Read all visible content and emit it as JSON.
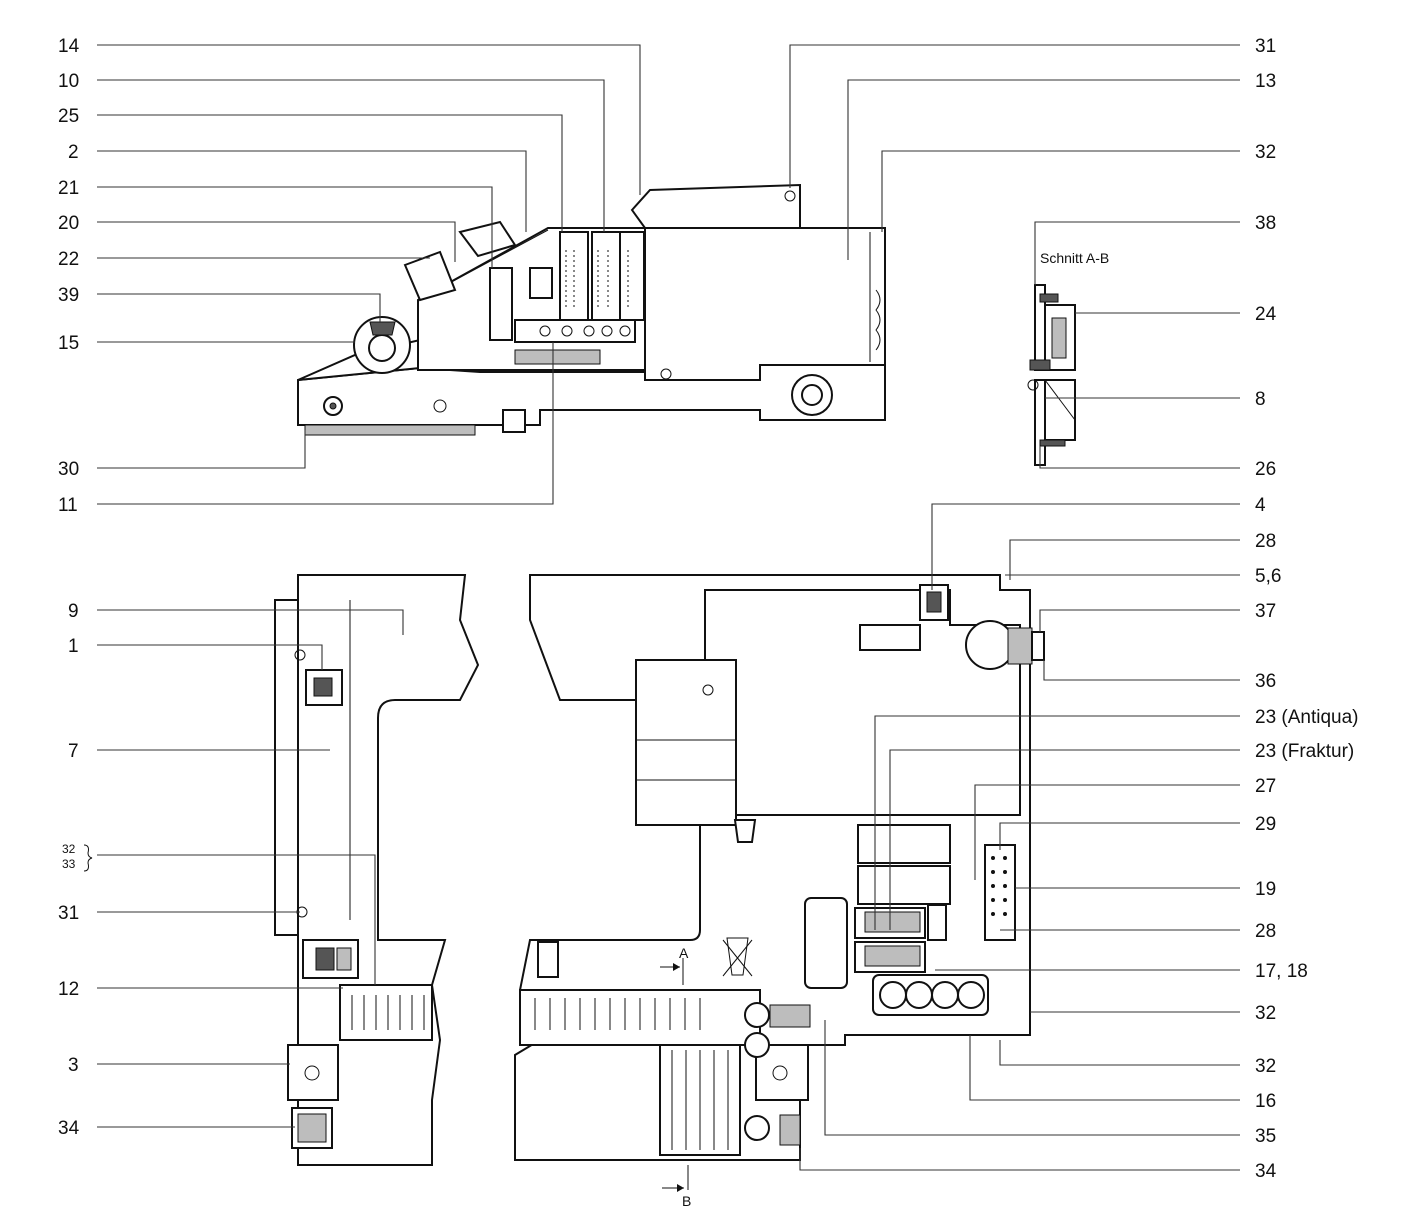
{
  "labels_left": [
    "14",
    "10",
    "25",
    "2",
    "21",
    "20",
    "22",
    "39",
    "15",
    "30",
    "11",
    "9",
    "1",
    "7",
    "31",
    "12",
    "3",
    "34"
  ],
  "labels_right": [
    "31",
    "13",
    "32",
    "38",
    "24",
    "8",
    "26",
    "4",
    "28",
    "5,6",
    "37",
    "36",
    "23 (Antiqua)",
    "23 (Fraktur)",
    "27",
    "29",
    "19",
    "28",
    "17, 18",
    "32",
    "32",
    "16",
    "35",
    "34"
  ],
  "brace_labels": [
    "32",
    "33"
  ],
  "section_title": "Schnitt A-B",
  "section_marks": [
    "A",
    "B"
  ]
}
